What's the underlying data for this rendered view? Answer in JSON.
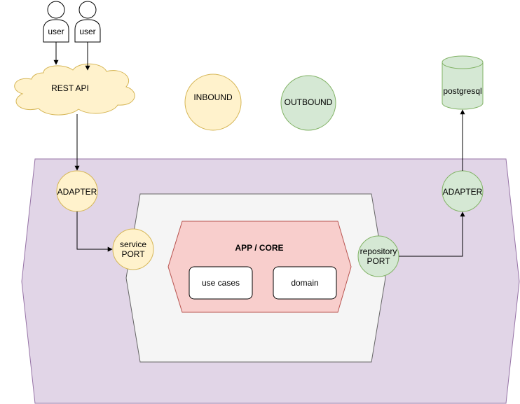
{
  "users": [
    {
      "label": "user"
    },
    {
      "label": "user"
    }
  ],
  "rest_api": {
    "label": "REST API"
  },
  "legend": {
    "inbound": "INBOUND",
    "outbound": "OUTBOUND"
  },
  "database": {
    "label": "postgresql"
  },
  "inbound_adapter": {
    "label": "ADAPTER"
  },
  "outbound_adapter": {
    "label": "ADAPTER"
  },
  "service_port": {
    "line1": "service",
    "line2": "PORT"
  },
  "repository_port": {
    "line1": "repository",
    "line2": "PORT"
  },
  "core": {
    "title": "APP / CORE",
    "use_cases": "use cases",
    "domain": "domain"
  },
  "colors": {
    "outer_hexagon": "#e1d5e7",
    "outer_stroke": "#9673a6",
    "inner_hexagon": "#f5f5f5",
    "inner_stroke": "#666666",
    "core_fill": "#f8cecc",
    "core_stroke": "#b85450",
    "inbound_fill": "#fff2cc",
    "inbound_stroke": "#d6b656",
    "outbound_fill": "#d5e8d4",
    "outbound_stroke": "#82b366"
  }
}
